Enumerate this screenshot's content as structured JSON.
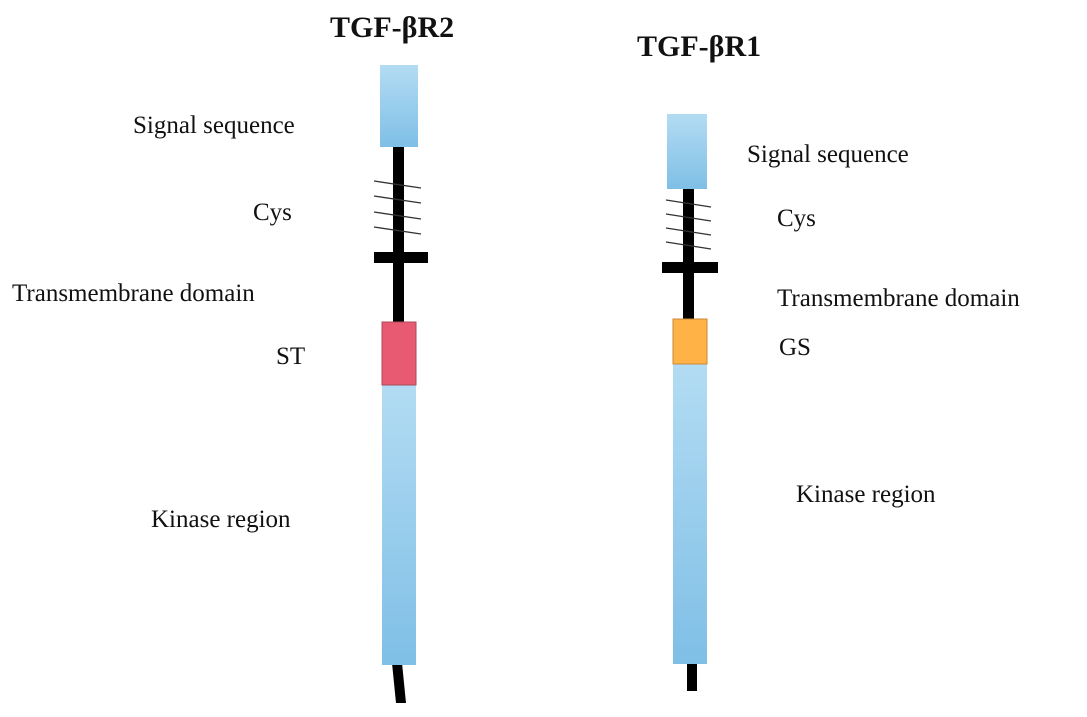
{
  "receptors": [
    {
      "title": "TGF-βR2",
      "labels": {
        "signal": "Signal sequence",
        "cys": "Cys",
        "transmembrane": "Transmembrane domain",
        "motif": "ST",
        "kinase": "Kinase region"
      },
      "motif_color": "#e85a72"
    },
    {
      "title": "TGF-βR1",
      "labels": {
        "signal": "Signal sequence",
        "cys": "Cys",
        "transmembrane": "Transmembrane domain",
        "motif": "GS",
        "kinase": "Kinase region"
      },
      "motif_color": "#ffb347"
    }
  ],
  "colors": {
    "domain_fill_top": "#b3dcf3",
    "domain_fill_bottom": "#7fbfe6",
    "backbone": "#000000"
  }
}
